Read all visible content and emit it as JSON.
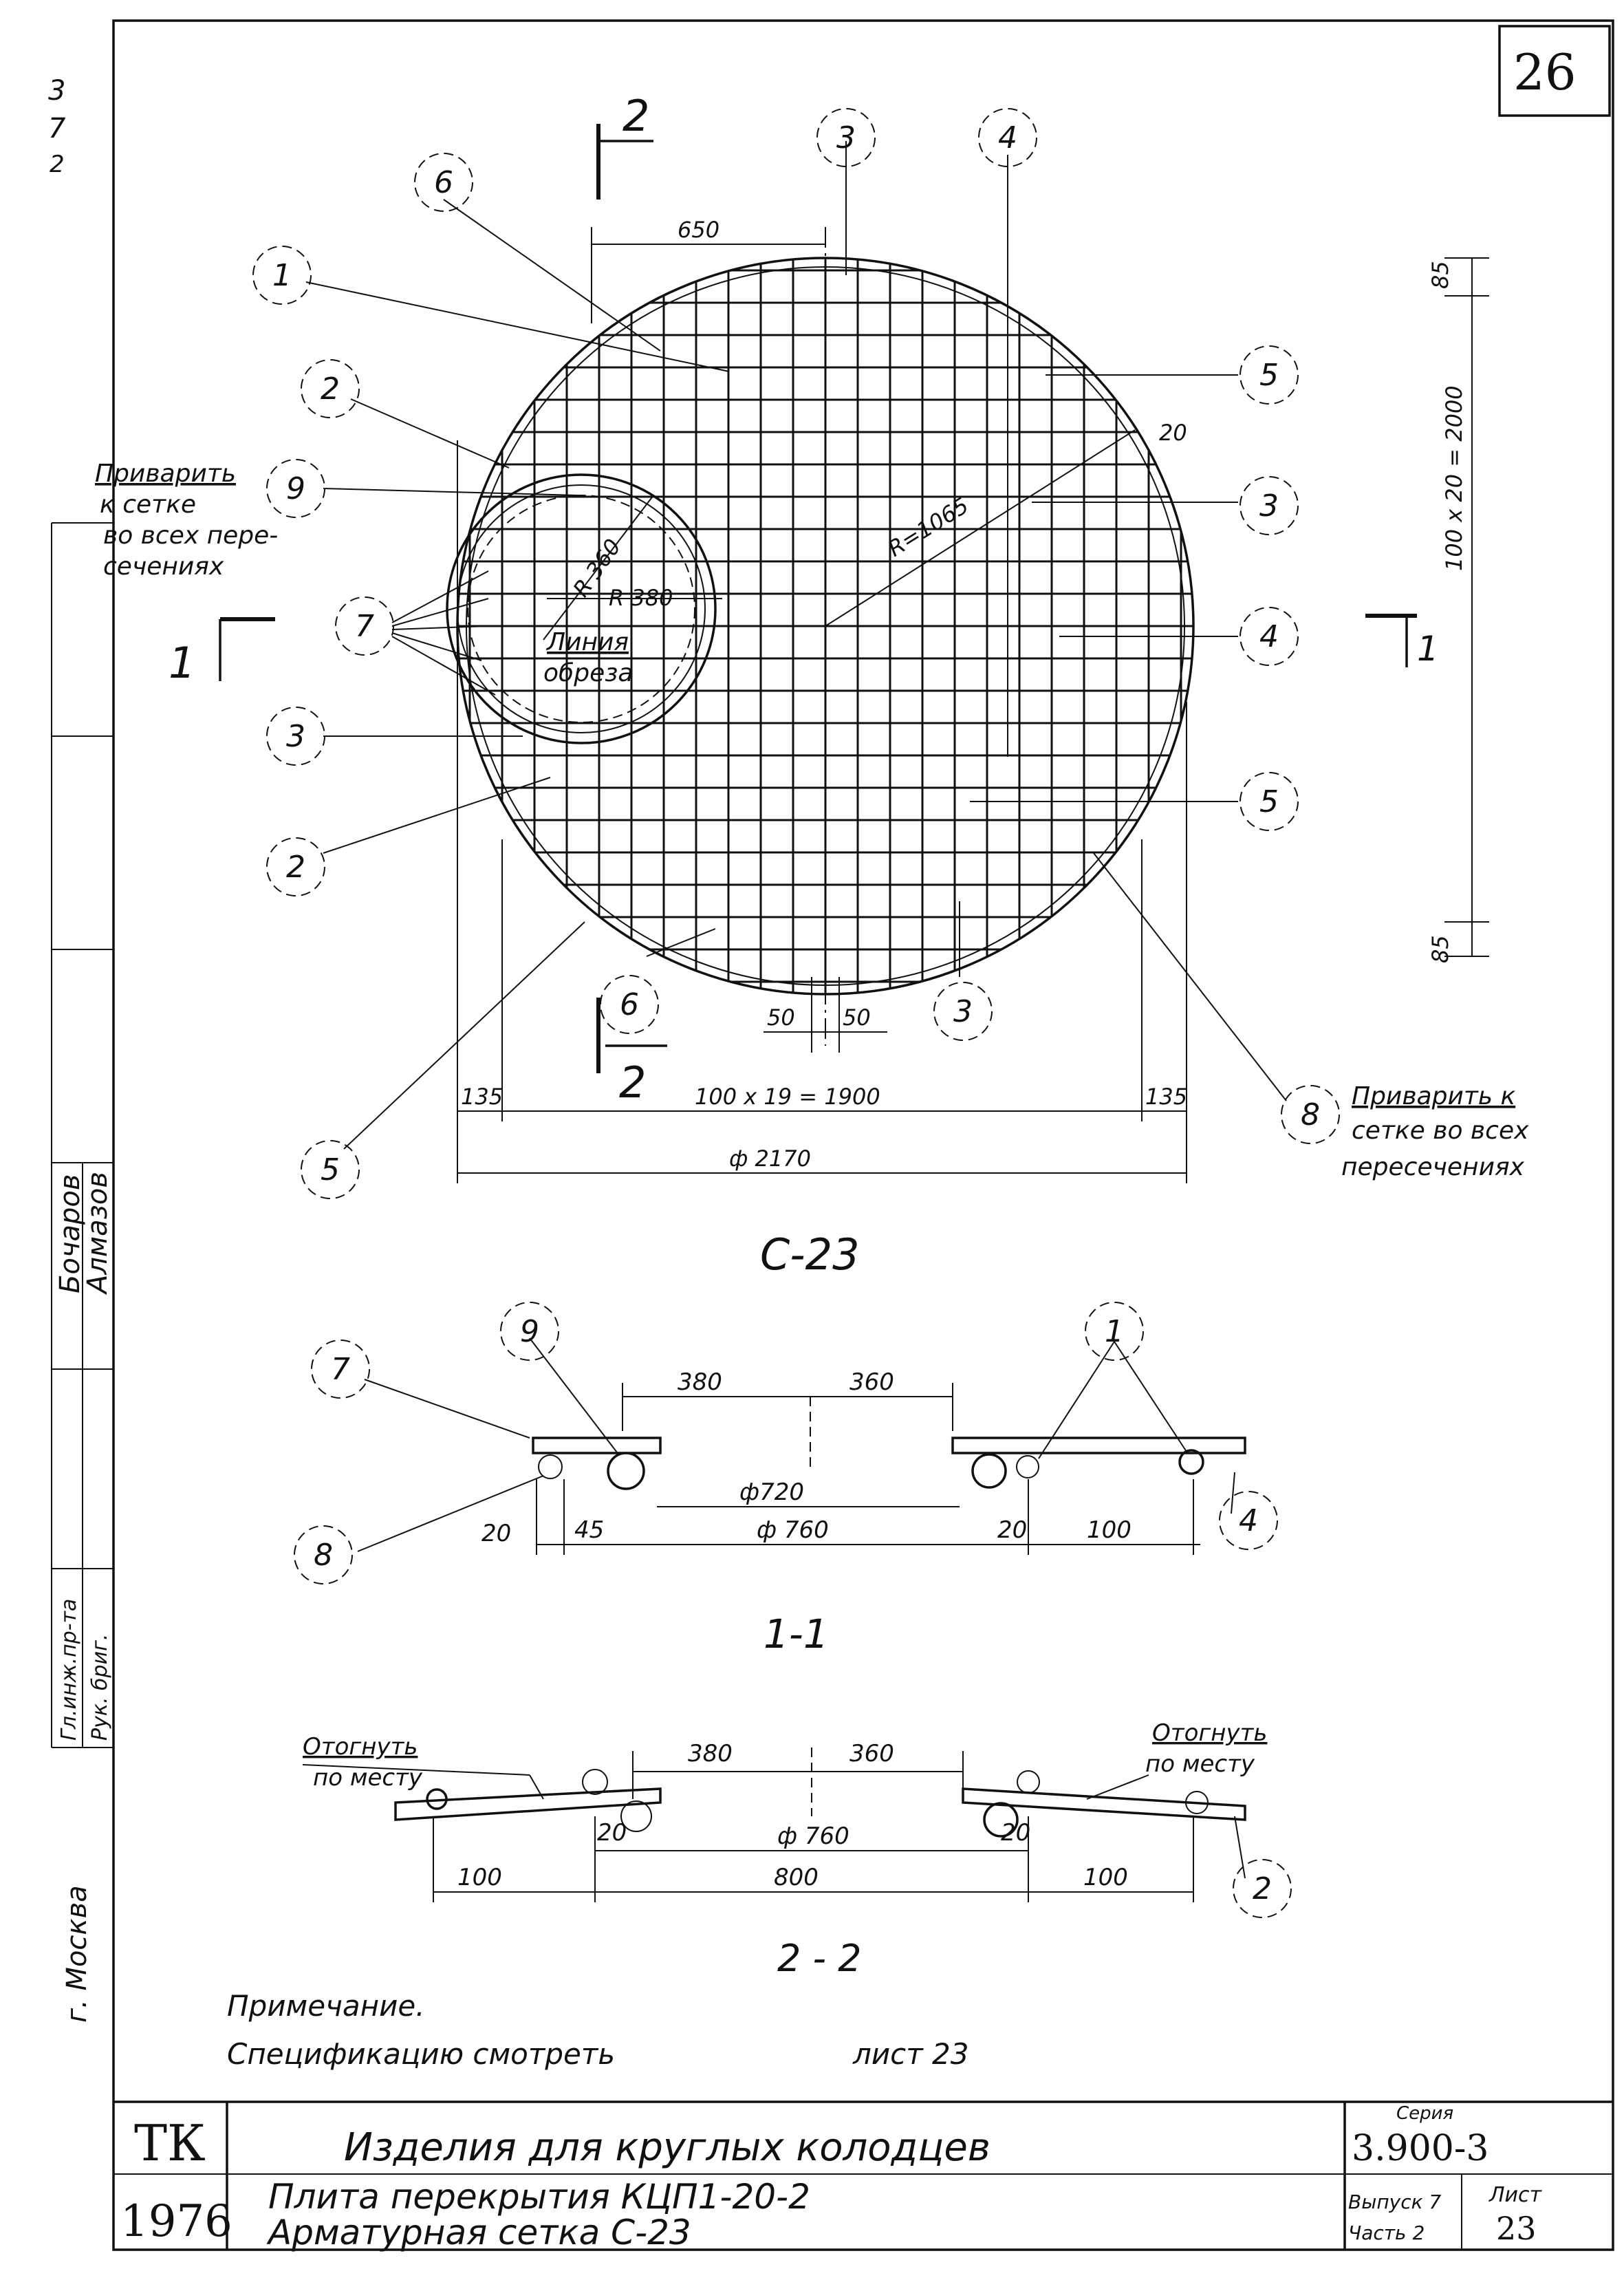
{
  "sheet_number": "26",
  "corner_marks": [
    "3",
    "7",
    "2"
  ],
  "section_marks": {
    "s2_top": "2",
    "s2_bottom": "2",
    "s1_left": "1",
    "s1_right": "1"
  },
  "callouts": {
    "c3_top": "3",
    "c4_top": "4",
    "c6_top": "6",
    "c1_left": "1",
    "c2_left": "2",
    "c9_left": "9",
    "c7_left": "7",
    "c3_left": "3",
    "c2_left_low": "2",
    "c5_left": "5",
    "c6_bottom": "6",
    "c3_bottom": "3",
    "c5_right_top": "5",
    "c3_right": "3",
    "c4_right": "4",
    "c5_right_low": "5",
    "c8_right": "8"
  },
  "annotations": {
    "weld_note_left": [
      "Приварить",
      "к сетке",
      "во всех пере-",
      "сечениях"
    ],
    "weld_note_right": [
      "Приварить к",
      "сетке во всех",
      "пересечениях"
    ],
    "fold_line": [
      "Линия",
      "обреза"
    ],
    "bend_left": [
      "Отогнуть",
      "по месту"
    ],
    "bend_right": [
      "Отогнуть",
      "по месту"
    ]
  },
  "dimensions_plan": {
    "d650": "650",
    "d85_top": "85",
    "d85_bottom": "85",
    "dside": "100 x 20 = 2000",
    "d20": "20",
    "r1065": "R=1065",
    "r360": "R 360",
    "r380": "R 380",
    "d135_left": "135",
    "d135_right": "135",
    "dspan": "100 x 19 = 1900",
    "ddiam": "ф 2170",
    "d50a": "50",
    "d50b": "50"
  },
  "title_plan": "С-23",
  "section_1": {
    "title": "1-1",
    "d380": "380",
    "d360": "360",
    "d720": "ф720",
    "d760": "ф 760",
    "d20a": "20",
    "d45": "45",
    "d20b": "20",
    "d100": "100",
    "callout_9": "9",
    "callout_7": "7",
    "callout_8": "8",
    "callout_1": "1",
    "callout_4": "4"
  },
  "section_2": {
    "title": "2 - 2",
    "d380": "380",
    "d360": "360",
    "d760": "ф 760",
    "d20a": "20",
    "d20b": "20",
    "d100a": "100",
    "d800": "800",
    "d100b": "100",
    "callout_2": "2"
  },
  "note": {
    "heading": "Примечание.",
    "text": "Спецификацию смотреть",
    "ref": "лист 23"
  },
  "left_strip": {
    "names": [
      "Бочаров",
      "Алмазов"
    ],
    "roles": [
      "Гл.инж.пр-та",
      "Рук. бриг."
    ],
    "city": "г. Москва"
  },
  "title_block": {
    "org": "ТК",
    "year": "1976",
    "main_title": "Изделия для круглых колодцев",
    "sub1": "Плита перекрытия КЦП1-20-2",
    "sub2": "Арматурная сетка С-23",
    "series_label": "Серия",
    "series": "3.900-3",
    "issue_label": "Выпуск 7",
    "part_label": "Часть 2",
    "sheet_label": "Лист",
    "sheet": "23"
  }
}
